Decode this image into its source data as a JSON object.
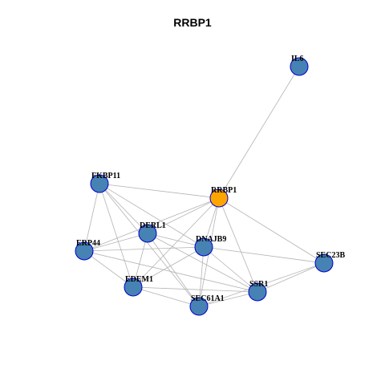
{
  "title": "RRBP1",
  "colors": {
    "default_node": "#4682b4",
    "highlight_node": "#ffa500",
    "node_border": "#0000cc",
    "edge": "#b3b3b3"
  },
  "nodes": [
    {
      "id": "IL6",
      "label": "IL6",
      "highlight": false
    },
    {
      "id": "FKBP11",
      "label": "FKBP11",
      "highlight": false
    },
    {
      "id": "RRBP1",
      "label": "RRBP1",
      "highlight": true
    },
    {
      "id": "DERL1",
      "label": "DERL1",
      "highlight": false
    },
    {
      "id": "DNAJB9",
      "label": "DNAJB9",
      "highlight": false
    },
    {
      "id": "ERP44",
      "label": "ERP44",
      "highlight": false
    },
    {
      "id": "SEC23B",
      "label": "SEC23B",
      "highlight": false
    },
    {
      "id": "EDEM1",
      "label": "EDEM1",
      "highlight": false
    },
    {
      "id": "SSR1",
      "label": "SSR1",
      "highlight": false
    },
    {
      "id": "SEC61A1",
      "label": "SEC61A1",
      "highlight": false
    }
  ],
  "edges": [
    [
      "IL6",
      "RRBP1"
    ],
    [
      "FKBP11",
      "RRBP1"
    ],
    [
      "FKBP11",
      "DERL1"
    ],
    [
      "FKBP11",
      "DNAJB9"
    ],
    [
      "FKBP11",
      "ERP44"
    ],
    [
      "FKBP11",
      "EDEM1"
    ],
    [
      "FKBP11",
      "SEC61A1"
    ],
    [
      "RRBP1",
      "DERL1"
    ],
    [
      "RRBP1",
      "DNAJB9"
    ],
    [
      "RRBP1",
      "ERP44"
    ],
    [
      "RRBP1",
      "EDEM1"
    ],
    [
      "RRBP1",
      "SSR1"
    ],
    [
      "RRBP1",
      "SEC61A1"
    ],
    [
      "RRBP1",
      "SEC23B"
    ],
    [
      "DERL1",
      "ERP44"
    ],
    [
      "DERL1",
      "DNAJB9"
    ],
    [
      "DERL1",
      "EDEM1"
    ],
    [
      "DERL1",
      "SEC61A1"
    ],
    [
      "DERL1",
      "SSR1"
    ],
    [
      "DNAJB9",
      "ERP44"
    ],
    [
      "DNAJB9",
      "EDEM1"
    ],
    [
      "DNAJB9",
      "SEC61A1"
    ],
    [
      "DNAJB9",
      "SSR1"
    ],
    [
      "DNAJB9",
      "SEC23B"
    ],
    [
      "ERP44",
      "EDEM1"
    ],
    [
      "ERP44",
      "SSR1"
    ],
    [
      "EDEM1",
      "SEC61A1"
    ],
    [
      "EDEM1",
      "SSR1"
    ],
    [
      "SEC61A1",
      "SSR1"
    ],
    [
      "SEC61A1",
      "SEC23B"
    ],
    [
      "SSR1",
      "SEC23B"
    ]
  ]
}
